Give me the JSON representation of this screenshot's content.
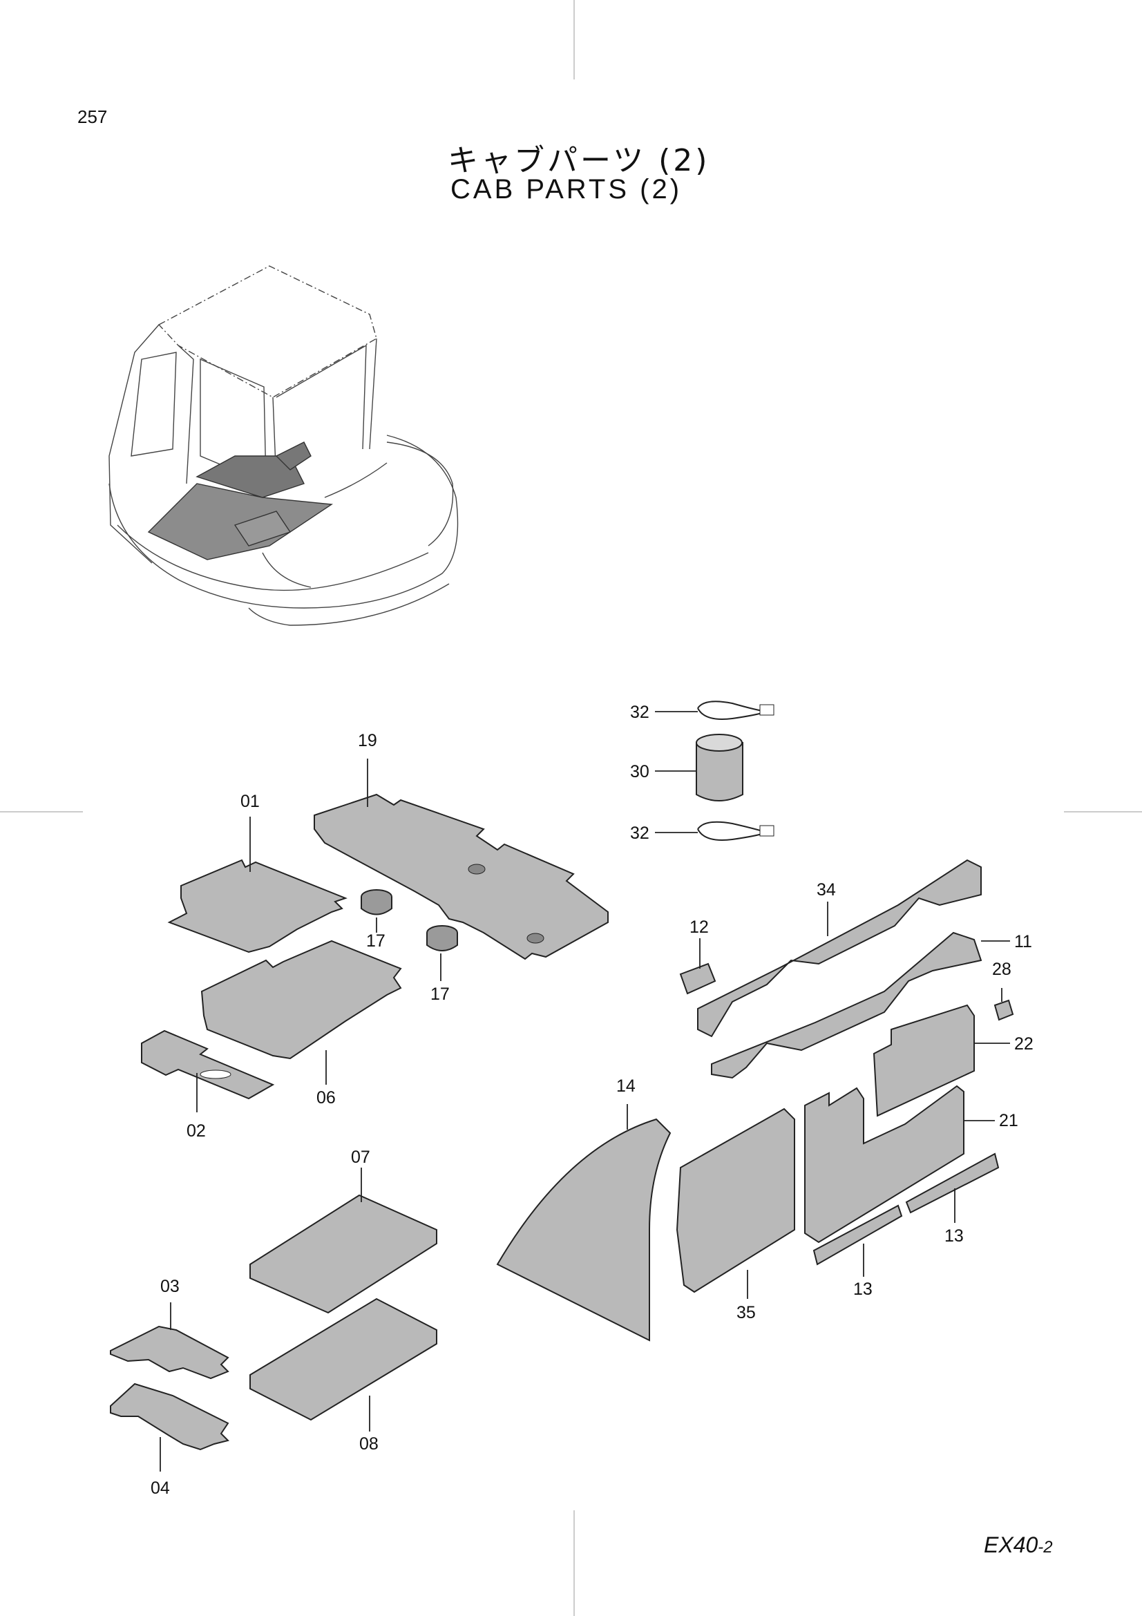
{
  "page_number": "257",
  "title_jp": "キャブパーツ (2)",
  "title_en": "CAB PARTS (2)",
  "model_main": "EX40",
  "model_suffix": "-2",
  "parts": [
    {
      "id": "01",
      "label": "01"
    },
    {
      "id": "02",
      "label": "02"
    },
    {
      "id": "03",
      "label": "03"
    },
    {
      "id": "04",
      "label": "04"
    },
    {
      "id": "06",
      "label": "06"
    },
    {
      "id": "07",
      "label": "07"
    },
    {
      "id": "08",
      "label": "08"
    },
    {
      "id": "11",
      "label": "11"
    },
    {
      "id": "12",
      "label": "12"
    },
    {
      "id": "13a",
      "label": "13"
    },
    {
      "id": "13b",
      "label": "13"
    },
    {
      "id": "14",
      "label": "14"
    },
    {
      "id": "17a",
      "label": "17"
    },
    {
      "id": "17b",
      "label": "17"
    },
    {
      "id": "19",
      "label": "19"
    },
    {
      "id": "21",
      "label": "21"
    },
    {
      "id": "22",
      "label": "22"
    },
    {
      "id": "28",
      "label": "28"
    },
    {
      "id": "30",
      "label": "30"
    },
    {
      "id": "32a",
      "label": "32"
    },
    {
      "id": "32b",
      "label": "32"
    },
    {
      "id": "34",
      "label": "34"
    },
    {
      "id": "35",
      "label": "35"
    }
  ]
}
